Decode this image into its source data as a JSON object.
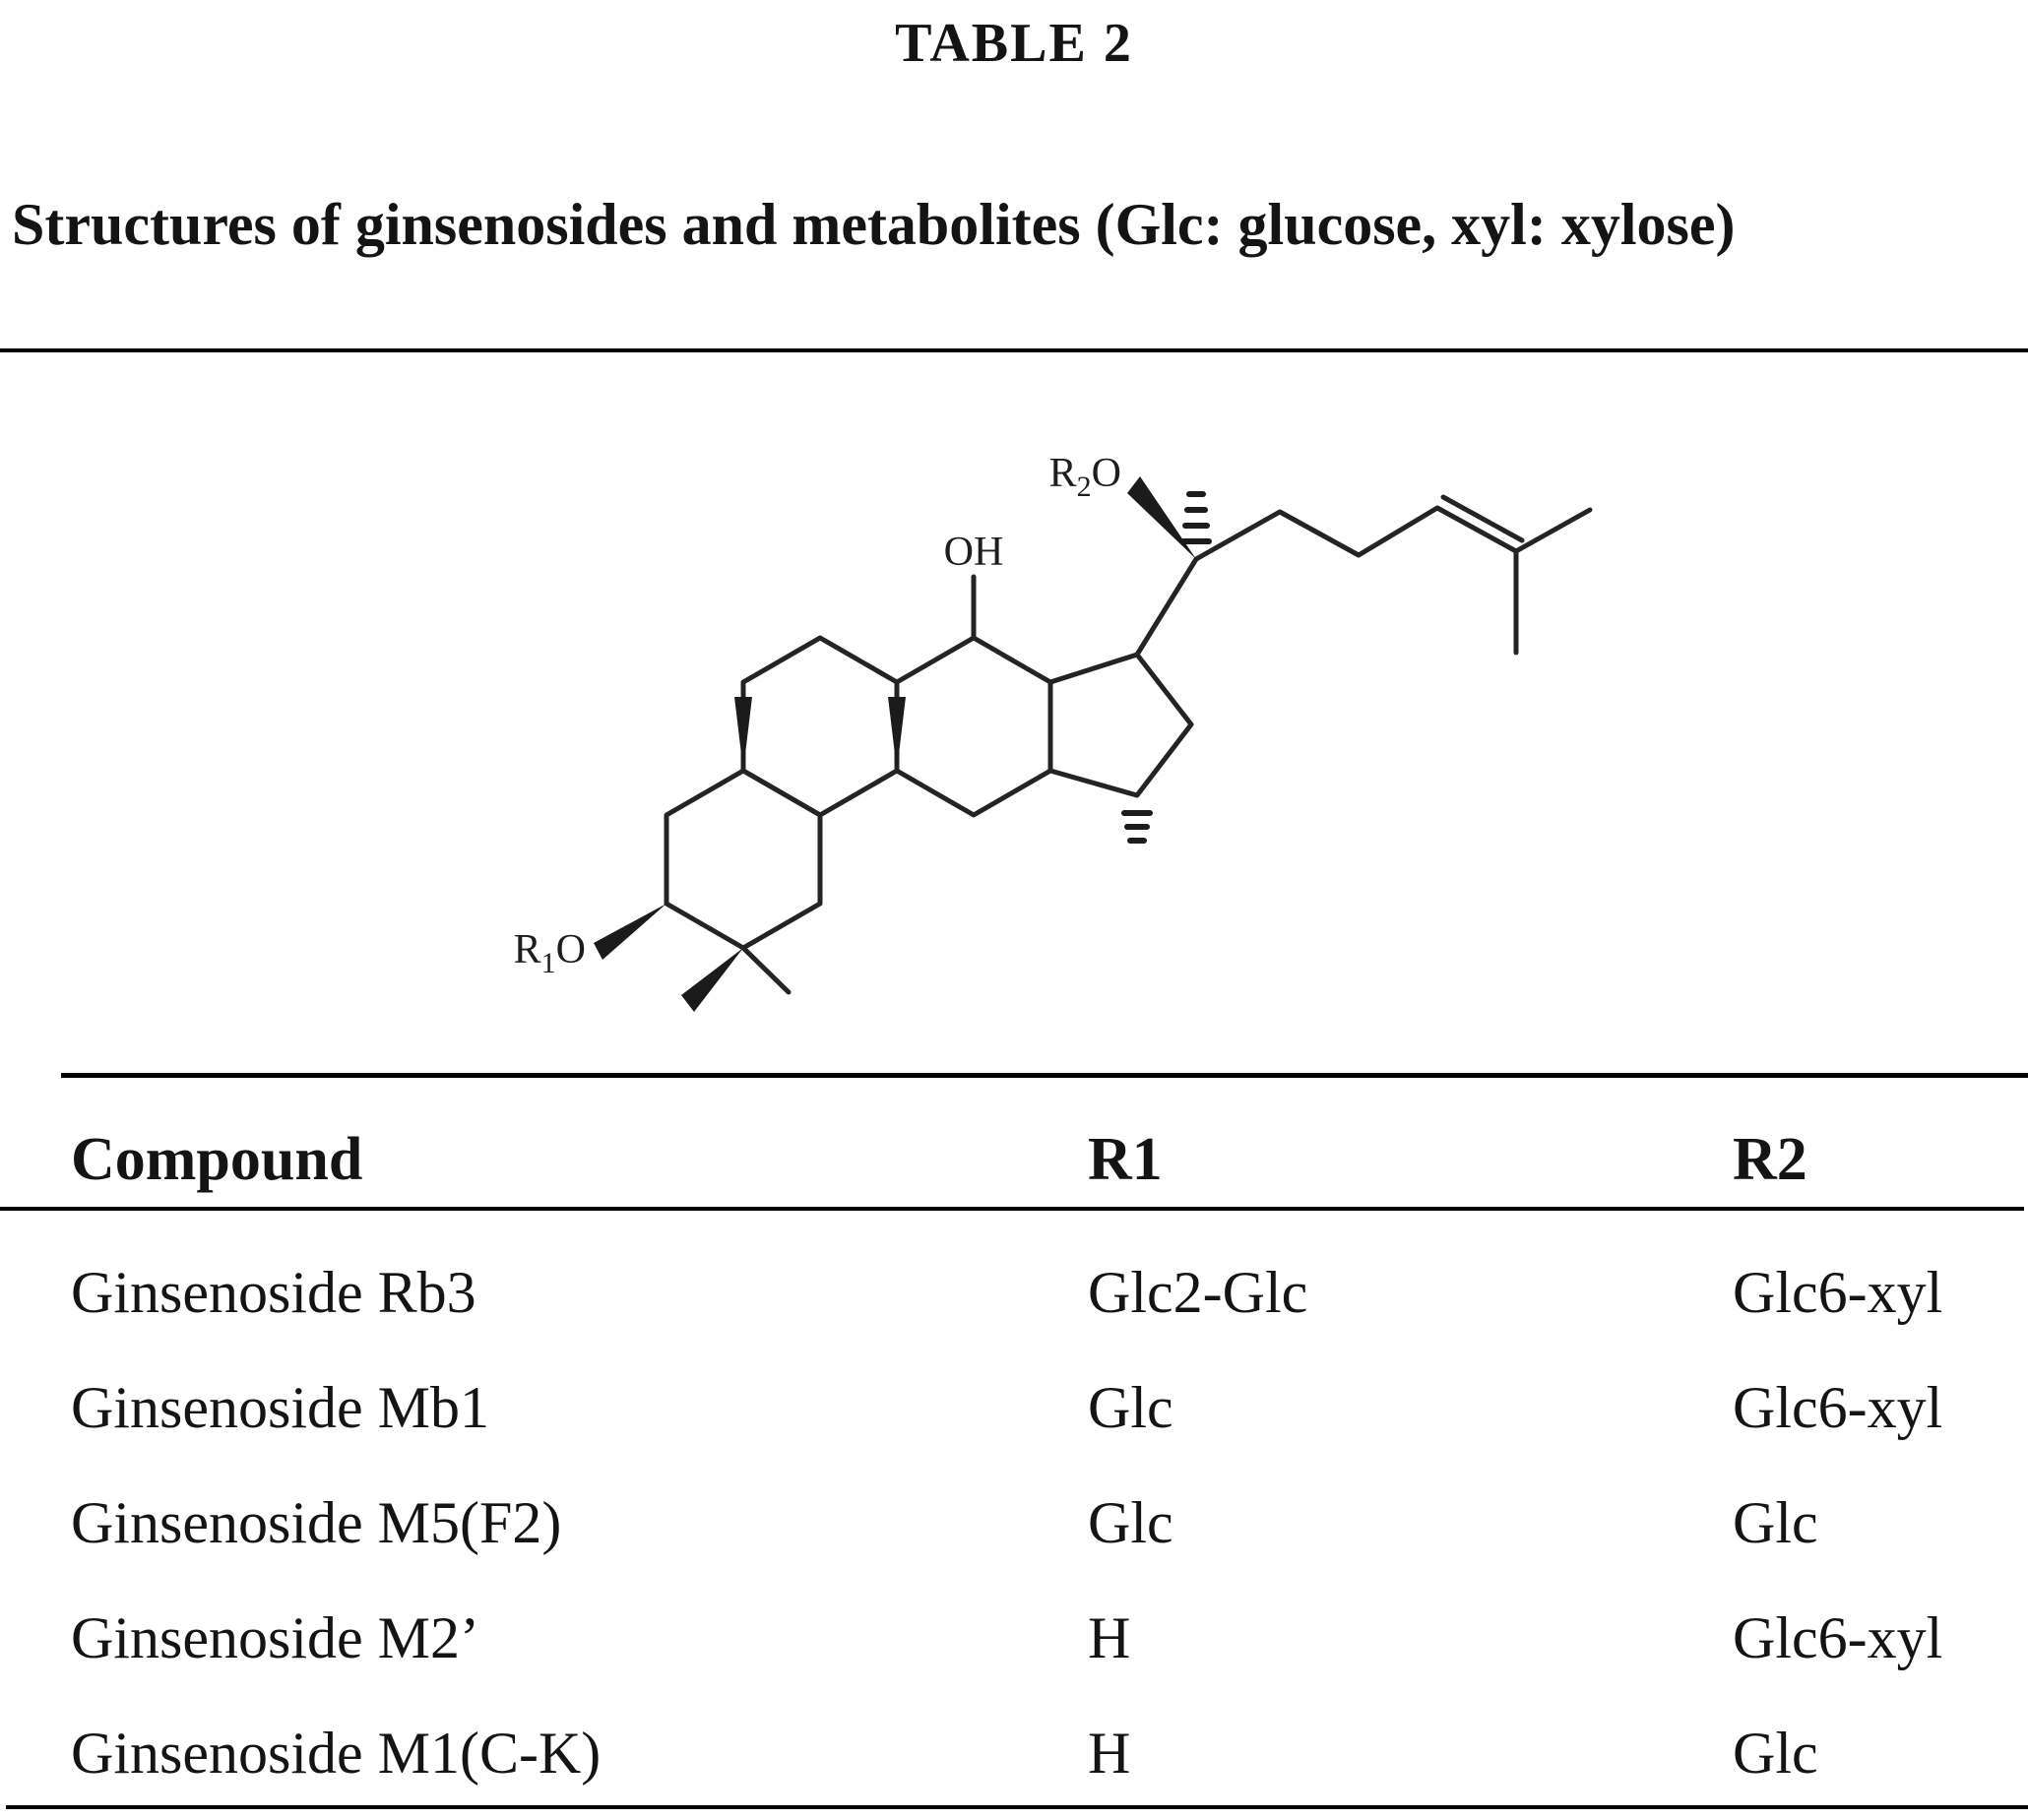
{
  "page": {
    "table_label": "TABLE 2",
    "title": "Structures of ginsenosides and metabolites (Glc: glucose, xyl: xylose)"
  },
  "structure": {
    "kind": "dammarane-triterpene-skeleton",
    "label_r2o": {
      "base": "R",
      "sub": "2",
      "tail": "O"
    },
    "label_r1o": {
      "base": "R",
      "sub": "1",
      "tail": "O"
    },
    "label_oh": "OH"
  },
  "table": {
    "headers": {
      "compound": "Compound",
      "r1": "R1",
      "r2": "R2"
    },
    "rows": [
      {
        "compound": "Ginsenoside Rb3",
        "r1": "Glc2-Glc",
        "r2": "Glc6-xyl"
      },
      {
        "compound": "Ginsenoside Mb1",
        "r1": "Glc",
        "r2": "Glc6-xyl"
      },
      {
        "compound": "Ginsenoside M5(F2)",
        "r1": "Glc",
        "r2": "Glc"
      },
      {
        "compound": "Ginsenoside M2’",
        "r1": "H",
        "r2": "Glc6-xyl"
      },
      {
        "compound": "Ginsenoside M1(C-K)",
        "r1": "H",
        "r2": "Glc"
      }
    ]
  }
}
